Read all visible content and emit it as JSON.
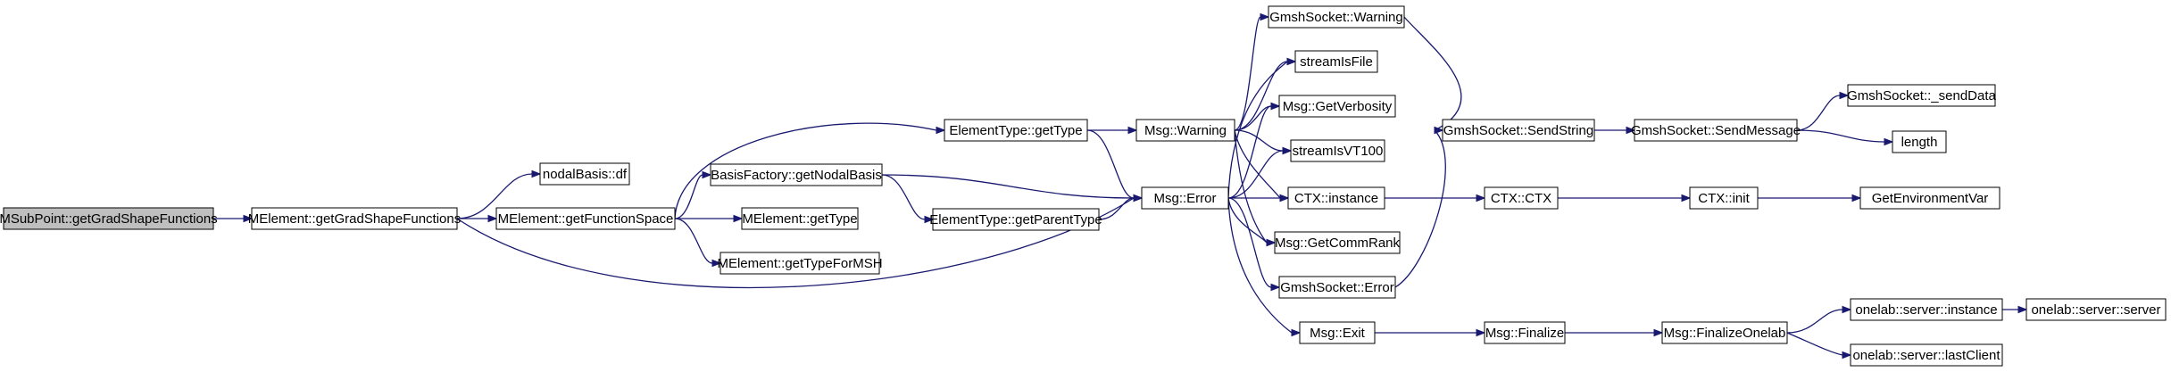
{
  "diagram": {
    "type": "call-graph",
    "colors": {
      "edge": "#191970",
      "node_fill": "#ffffff",
      "root_fill": "#bfbfbf",
      "node_border": "#000000"
    },
    "nodes": [
      {
        "id": "n_root",
        "label": "MSubPoint::getGradShapeFunctions",
        "root": true
      },
      {
        "id": "n_megsf",
        "label": "MElement::getGradShapeFunctions"
      },
      {
        "id": "n_nbdf",
        "label": "nodalBasis::df"
      },
      {
        "id": "n_mefs",
        "label": "MElement::getFunctionSpace"
      },
      {
        "id": "n_etgt",
        "label": "ElementType::getType"
      },
      {
        "id": "n_bfnb",
        "label": "BasisFactory::getNodalBasis"
      },
      {
        "id": "n_megt",
        "label": "MElement::getType"
      },
      {
        "id": "n_megtm",
        "label": "MElement::getTypeForMSH"
      },
      {
        "id": "n_etgpt",
        "label": "ElementType::getParentType"
      },
      {
        "id": "n_msgw",
        "label": "Msg::Warning"
      },
      {
        "id": "n_msge",
        "label": "Msg::Error"
      },
      {
        "id": "n_gsw",
        "label": "GmshSocket::Warning"
      },
      {
        "id": "n_sif",
        "label": "streamIsFile"
      },
      {
        "id": "n_mgv",
        "label": "Msg::GetVerbosity"
      },
      {
        "id": "n_siv",
        "label": "streamIsVT100"
      },
      {
        "id": "n_ctxi",
        "label": "CTX::instance"
      },
      {
        "id": "n_mgcr",
        "label": "Msg::GetCommRank"
      },
      {
        "id": "n_gse",
        "label": "GmshSocket::Error"
      },
      {
        "id": "n_mex",
        "label": "Msg::Exit"
      },
      {
        "id": "n_gsss",
        "label": "GmshSocket::SendString"
      },
      {
        "id": "n_ctxc",
        "label": "CTX::CTX"
      },
      {
        "id": "n_mfin",
        "label": "Msg::Finalize"
      },
      {
        "id": "n_gssm",
        "label": "GmshSocket::SendMessage"
      },
      {
        "id": "n_ctxinit",
        "label": "CTX::init"
      },
      {
        "id": "n_mfo",
        "label": "Msg::FinalizeOnelab"
      },
      {
        "id": "n_gssd",
        "label": "GmshSocket::_sendData"
      },
      {
        "id": "n_len",
        "label": "length"
      },
      {
        "id": "n_gev",
        "label": "GetEnvironmentVar"
      },
      {
        "id": "n_osi",
        "label": "onelab::server::instance"
      },
      {
        "id": "n_oslc",
        "label": "onelab::server::lastClient"
      },
      {
        "id": "n_oss",
        "label": "onelab::server::server"
      }
    ],
    "edges": [
      {
        "from": "n_root",
        "to": "n_megsf"
      },
      {
        "from": "n_megsf",
        "to": "n_nbdf"
      },
      {
        "from": "n_megsf",
        "to": "n_mefs"
      },
      {
        "from": "n_megsf",
        "to": "n_msge"
      },
      {
        "from": "n_mefs",
        "to": "n_etgt"
      },
      {
        "from": "n_mefs",
        "to": "n_bfnb"
      },
      {
        "from": "n_mefs",
        "to": "n_megt"
      },
      {
        "from": "n_mefs",
        "to": "n_megtm"
      },
      {
        "from": "n_etgt",
        "to": "n_msgw"
      },
      {
        "from": "n_etgt",
        "to": "n_msge"
      },
      {
        "from": "n_bfnb",
        "to": "n_etgpt"
      },
      {
        "from": "n_bfnb",
        "to": "n_msge"
      },
      {
        "from": "n_etgpt",
        "to": "n_msge"
      },
      {
        "from": "n_msgw",
        "to": "n_gsw"
      },
      {
        "from": "n_msgw",
        "to": "n_sif"
      },
      {
        "from": "n_msgw",
        "to": "n_mgv"
      },
      {
        "from": "n_msgw",
        "to": "n_siv"
      },
      {
        "from": "n_msgw",
        "to": "n_ctxi"
      },
      {
        "from": "n_msgw",
        "to": "n_mgcr"
      },
      {
        "from": "n_msge",
        "to": "n_sif"
      },
      {
        "from": "n_msge",
        "to": "n_mgv"
      },
      {
        "from": "n_msge",
        "to": "n_siv"
      },
      {
        "from": "n_msge",
        "to": "n_ctxi"
      },
      {
        "from": "n_msge",
        "to": "n_mgcr"
      },
      {
        "from": "n_msge",
        "to": "n_gse"
      },
      {
        "from": "n_msge",
        "to": "n_mex"
      },
      {
        "from": "n_gsw",
        "to": "n_gsss"
      },
      {
        "from": "n_gse",
        "to": "n_gsss"
      },
      {
        "from": "n_gsss",
        "to": "n_gssm"
      },
      {
        "from": "n_gssm",
        "to": "n_gssd"
      },
      {
        "from": "n_gssm",
        "to": "n_len"
      },
      {
        "from": "n_ctxi",
        "to": "n_ctxc"
      },
      {
        "from": "n_ctxc",
        "to": "n_ctxinit"
      },
      {
        "from": "n_ctxinit",
        "to": "n_gev"
      },
      {
        "from": "n_mex",
        "to": "n_mfin"
      },
      {
        "from": "n_mfin",
        "to": "n_mfo"
      },
      {
        "from": "n_mfo",
        "to": "n_osi"
      },
      {
        "from": "n_mfo",
        "to": "n_oslc"
      },
      {
        "from": "n_osi",
        "to": "n_oss"
      }
    ]
  }
}
